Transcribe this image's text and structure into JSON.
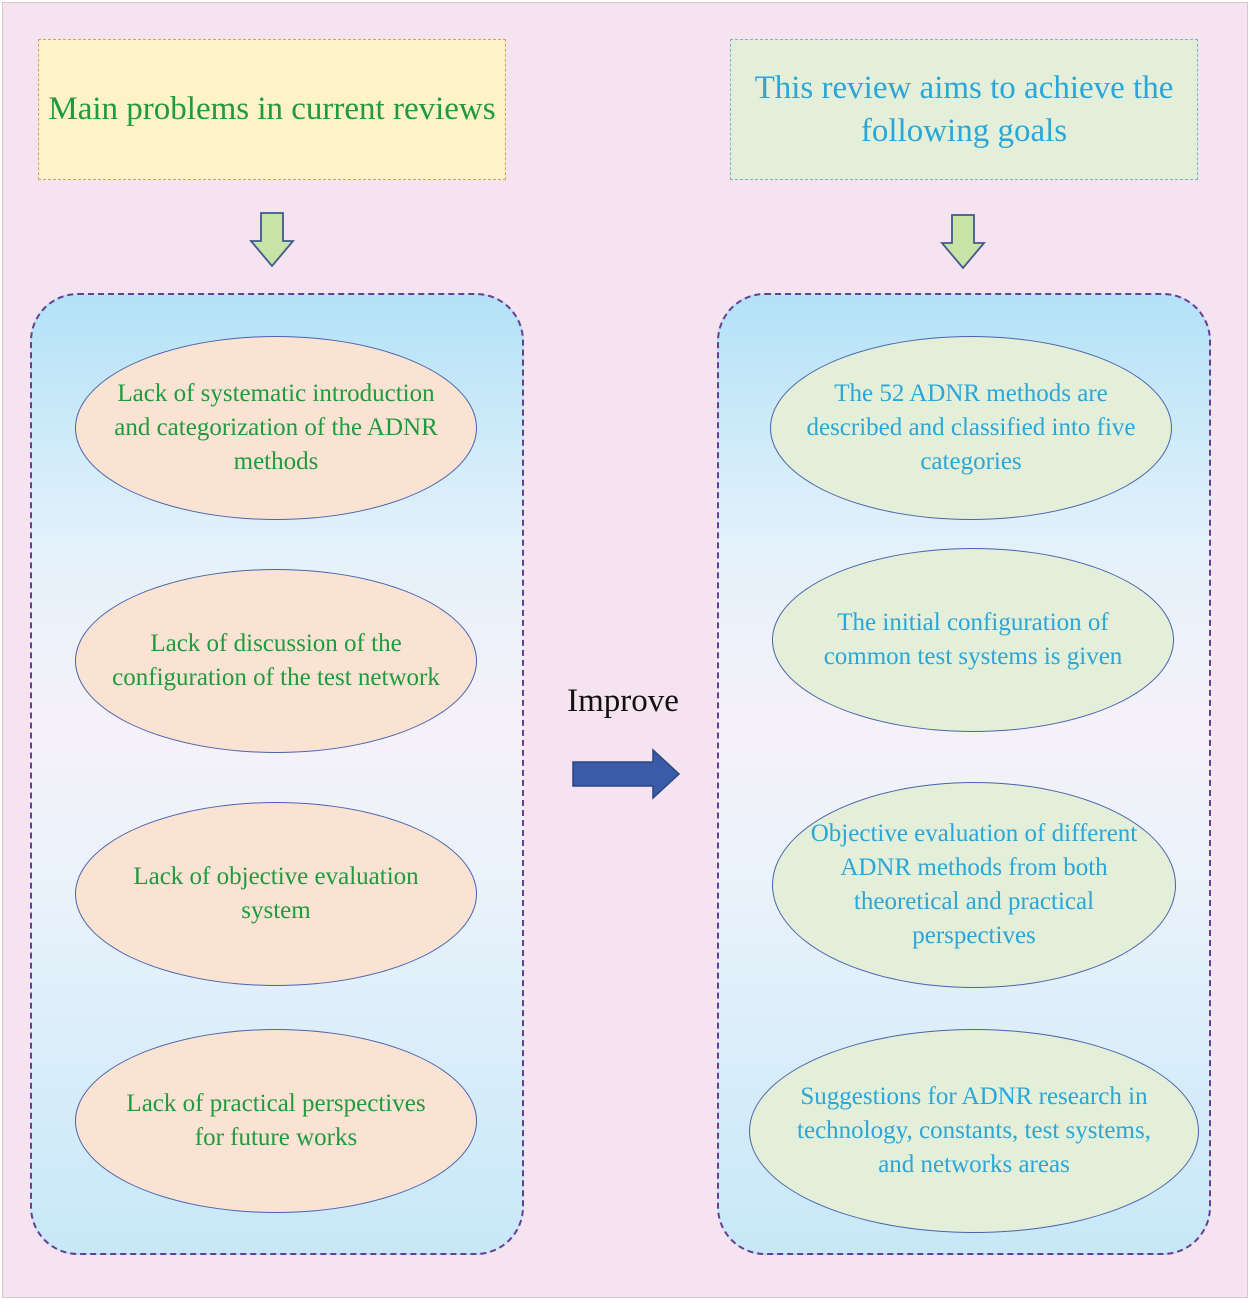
{
  "left": {
    "header": "Main problems in current reviews",
    "items": [
      "Lack of  systematic introduction and categorization of the ADNR methods",
      "Lack of discussion of the configuration of the test network",
      "Lack of objective evaluation system",
      "Lack of practical perspectives for future works"
    ]
  },
  "right": {
    "header": "This review aims to achieve the following goals",
    "items": [
      "The 52 ADNR methods are described and classified into five categories",
      "The initial configuration of common test systems is given",
      "Objective evaluation of different ADNR methods from both theoretical and practical perspectives",
      "Suggestions for ADNR research in technology, constants, test systems, and networks areas"
    ]
  },
  "middle": {
    "label": "Improve"
  },
  "colors": {
    "background": "#f6e3f0",
    "left_text": "#1f9a3e",
    "right_text": "#2aa6d8",
    "panel_border": "#6a3d94",
    "down_arrow_fill": "#c9e3a6",
    "right_arrow_fill": "#3a5ca8"
  },
  "icons": {
    "down_arrows": "arrow-down-icon",
    "middle_arrow": "arrow-right-icon"
  }
}
